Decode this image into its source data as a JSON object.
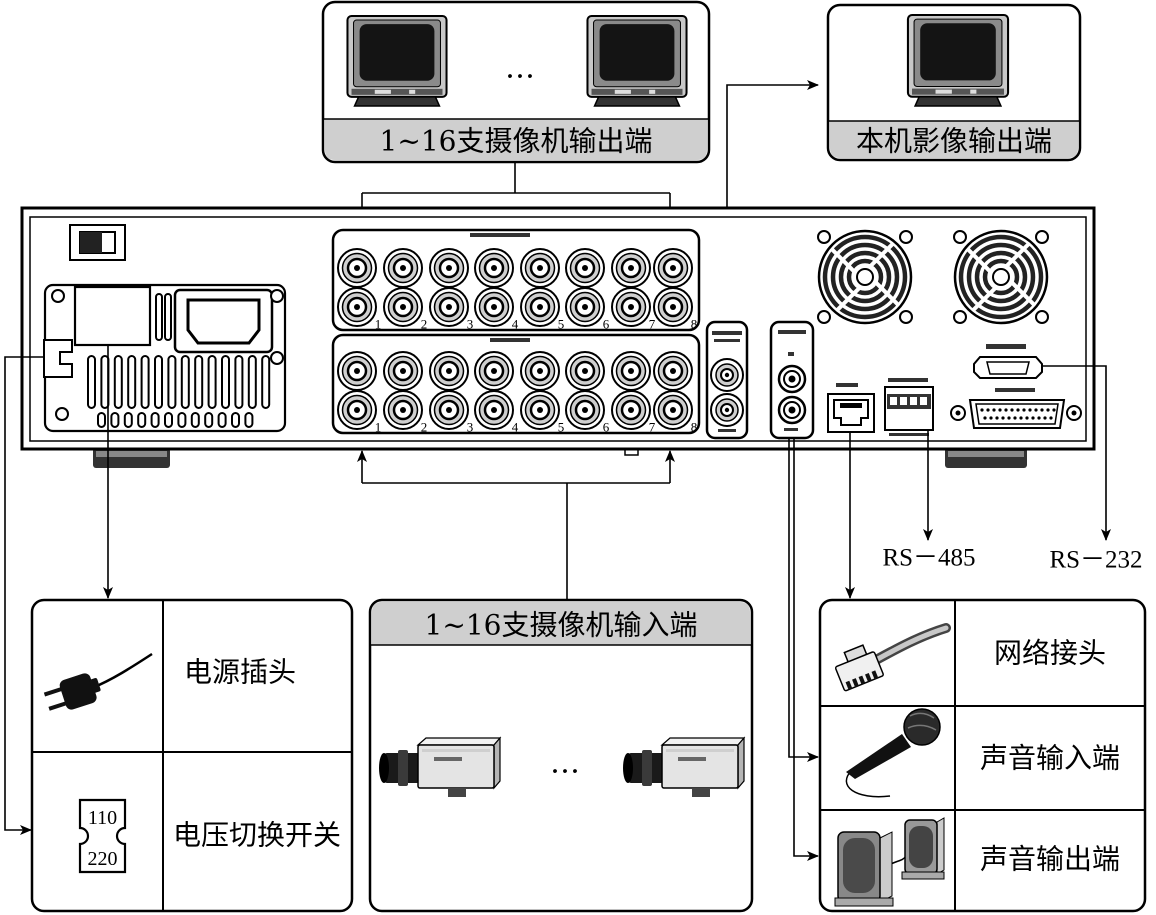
{
  "output_box": {
    "title": "1~16支摄像机输出端",
    "ellipsis": "…"
  },
  "local_output_box": {
    "title": "本机影像输出端"
  },
  "input_box": {
    "title": "1~16支摄像机输入端",
    "ellipsis": "…"
  },
  "left_table": {
    "power_plug": "电源插头",
    "voltage_switch": "电压切换开关",
    "voltage_top": "110",
    "voltage_bottom": "220"
  },
  "right_table": {
    "network": "网络接头",
    "audio_in": "声音输入端",
    "audio_out": "声音输出端"
  },
  "serial_ports": {
    "rs485": "RS－485",
    "rs232": "RS－232"
  },
  "panel": {
    "bnc_numbers": [
      "1",
      "2",
      "3",
      "4",
      "5",
      "6",
      "7",
      "8"
    ]
  },
  "icons": {
    "monitor": "crt-monitor-icon",
    "camera": "box-camera-icon",
    "plug": "power-plug-icon",
    "switch": "voltage-switch-icon",
    "network": "rj45-plug-icon",
    "microphone": "microphone-icon",
    "speakers": "speaker-icon"
  },
  "colors": {
    "title_band": "#cfcfcf",
    "line": "#000000"
  }
}
